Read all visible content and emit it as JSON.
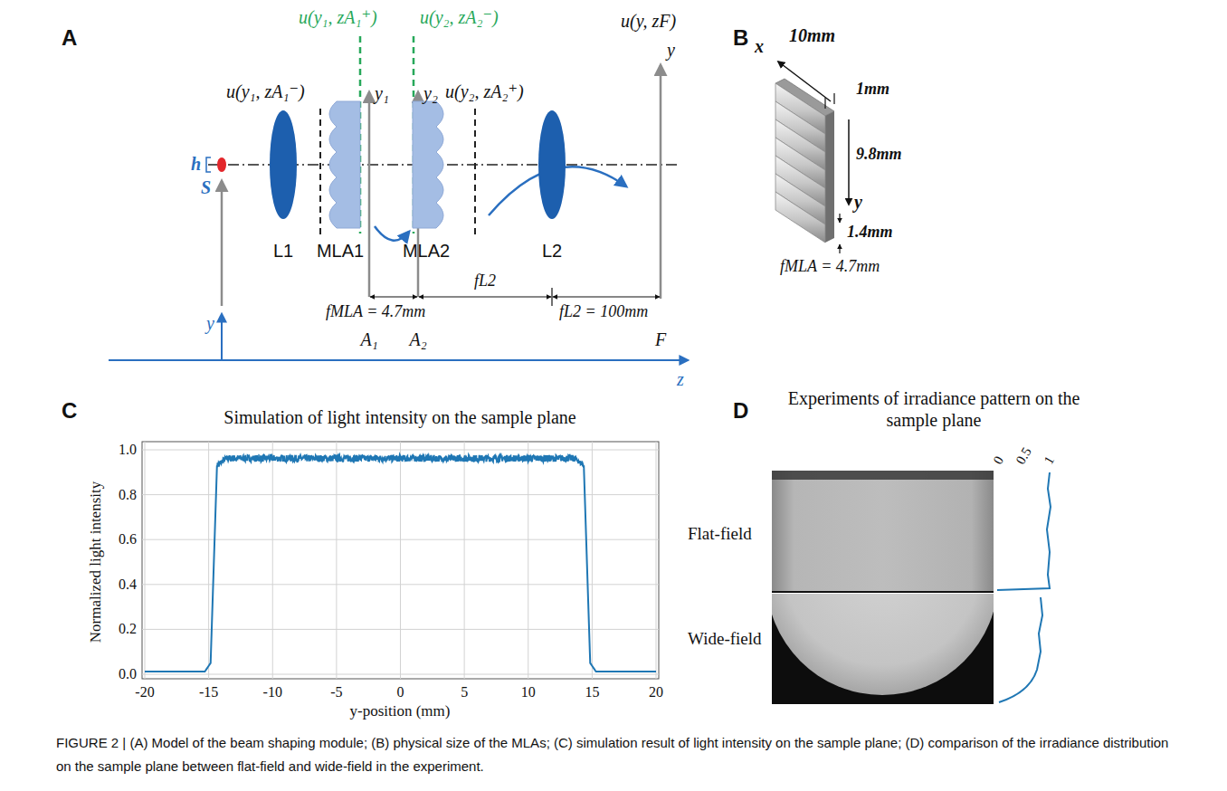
{
  "diagram": {
    "caption": "FIGURE 2 | (A) Model of the beam shaping module; (B) physical size of the MLAs; (C) simulation result of light intensity on the sample plane; (D) comparison of the irradiance distribution on the sample plane between flat-field and wide-field in the experiment.",
    "nodes": [
      {
        "text": [
          "L1"
        ]
      },
      {
        "text": [
          "MLA1"
        ]
      },
      {
        "text": [
          "MLA2"
        ]
      },
      {
        "text": [
          "L2"
        ]
      },
      {
        "text": [
          "Flat-field"
        ]
      },
      {
        "text": [
          "Wide-field"
        ]
      }
    ],
    "labels": [
      "A",
      "u(y₁, zA₁⁻)",
      "u(y₁, zA₁⁺)",
      "u(y₂, zA₂⁻)",
      "y₁",
      "y₂",
      "u(y₂, zA₂⁺)",
      "u(y, zF)",
      "y",
      "h",
      "S",
      "fMLA = 4.7mm",
      "fL2",
      "fL2 = 100mm",
      "A₁",
      "A₂",
      "F",
      "y",
      "z",
      "B",
      "x",
      "10mm",
      "1mm",
      "y",
      "9.8mm",
      "1.4mm",
      "fMLA = 4.7mm",
      "C",
      "Simulation of light intensity on the sample plane",
      "Normalized light intensity",
      "0.0",
      "0.2",
      "0.4",
      "0.6",
      "0.8",
      "1.0",
      "-20",
      "-15",
      "-10",
      "-5",
      "0",
      "5",
      "10",
      "15",
      "20",
      "y-position (mm)",
      "D",
      "Experiments of irradiance pattern on the sample plane",
      "0",
      "0.5",
      "1"
    ]
  }
}
